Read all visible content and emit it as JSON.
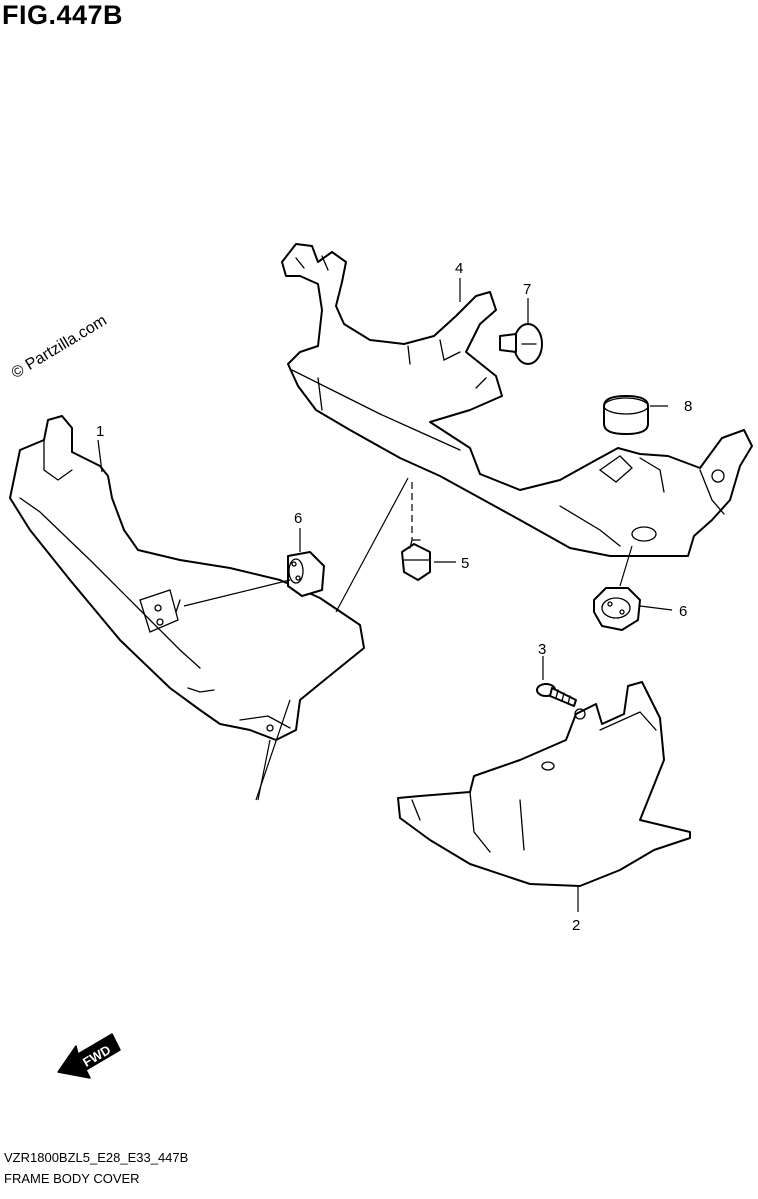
{
  "figure": {
    "title": "FIG.447B",
    "watermark": "© Partzilla.com",
    "code": "VZR1800BZL5_E28_E33_447B",
    "caption": "FRAME BODY COVER"
  },
  "callouts": [
    {
      "id": "1",
      "label": "1"
    },
    {
      "id": "2",
      "label": "2"
    },
    {
      "id": "3",
      "label": "3"
    },
    {
      "id": "4",
      "label": "4"
    },
    {
      "id": "5",
      "label": "5"
    },
    {
      "id": "6a",
      "label": "6"
    },
    {
      "id": "6b",
      "label": "6"
    },
    {
      "id": "7",
      "label": "7"
    },
    {
      "id": "8",
      "label": "8"
    }
  ],
  "direction_badge": {
    "label": "FWD",
    "icon": "fwd-arrow-icon"
  }
}
